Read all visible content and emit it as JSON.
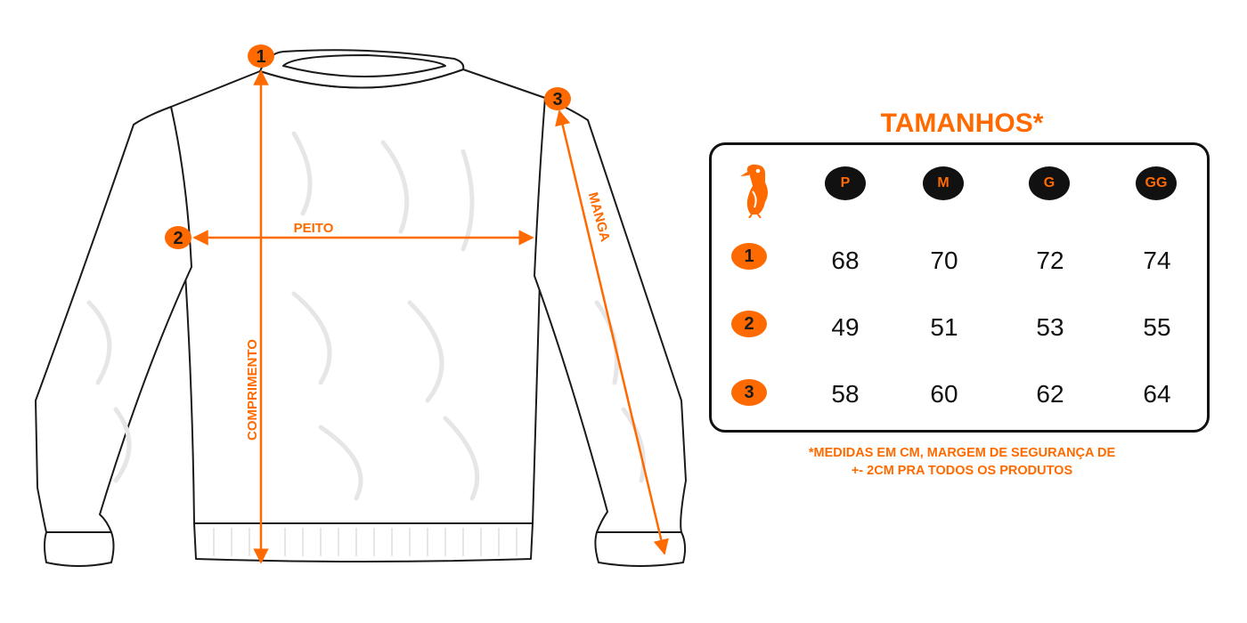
{
  "colors": {
    "accent": "#ff6a00",
    "dark": "#111111",
    "outline": "#1a1a1a"
  },
  "diagram": {
    "markers": {
      "length": "1",
      "chest": "2",
      "sleeve": "3"
    },
    "labels": {
      "chest": "PEITO",
      "length": "COMPRIMENTO",
      "sleeve": "MANGA"
    }
  },
  "size_table": {
    "title": "TAMANHOS*",
    "logo": "bird-logo-icon",
    "sizes": [
      "P",
      "M",
      "G",
      "GG"
    ],
    "rows": [
      {
        "marker": "1",
        "values": [
          "68",
          "70",
          "72",
          "74"
        ]
      },
      {
        "marker": "2",
        "values": [
          "49",
          "51",
          "53",
          "55"
        ]
      },
      {
        "marker": "3",
        "values": [
          "58",
          "60",
          "62",
          "64"
        ]
      }
    ]
  },
  "footnote": {
    "line1": "*MEDIDAS EM CM, MARGEM DE SEGURANÇA DE",
    "line2": "+- 2CM PRA TODOS OS PRODUTOS"
  }
}
